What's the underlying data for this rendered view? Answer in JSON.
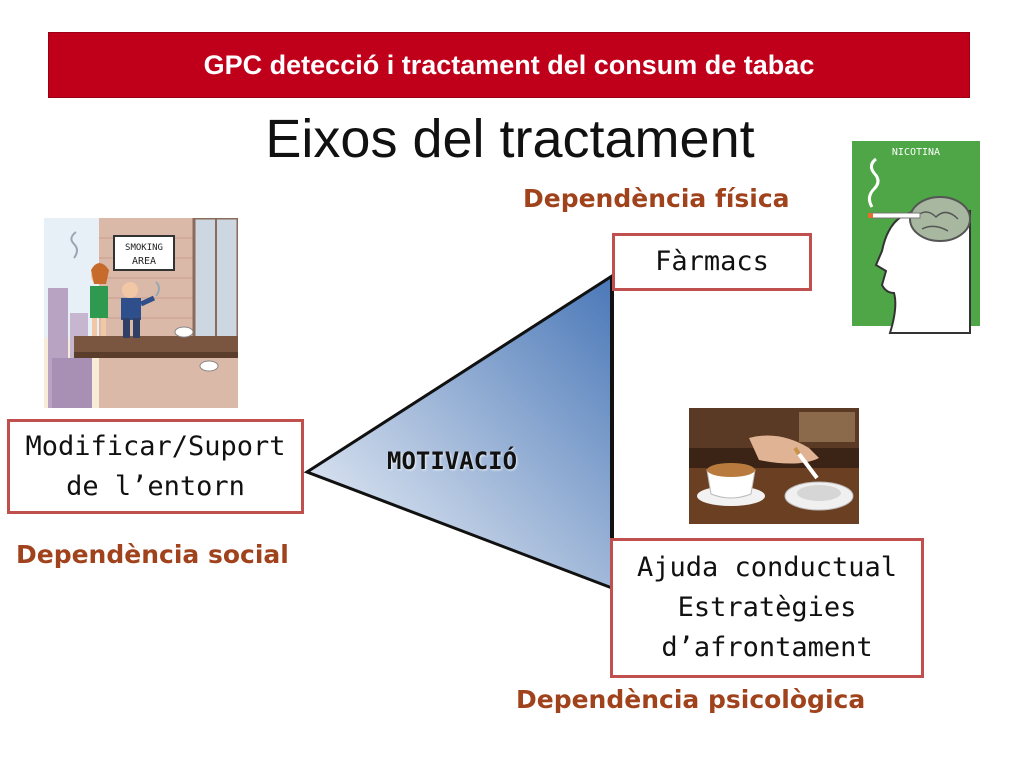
{
  "header": {
    "banner": "GPC detecció i tractament del consum de tabac"
  },
  "title": "Eixos del  tractament",
  "diagram": {
    "center": "MOTIVACIÓ",
    "top": {
      "category": "Dependència física",
      "box": "Fàrmacs"
    },
    "left": {
      "category": "Dependència social",
      "box_lines": [
        "Modificar/Suport",
        "de l’entorn"
      ]
    },
    "bottom": {
      "category": "Dependència psicològica",
      "box_lines": [
        "Ajuda conductual",
        "Estratègies",
        "d’afrontament"
      ]
    }
  },
  "illustrations": {
    "smoking_area_sign": [
      "SMOKING",
      "AREA"
    ],
    "nicotine_label": "NICOTINA"
  },
  "colors": {
    "banner_red": "#c0001b",
    "category_brown": "#a0421b",
    "box_border": "#c0504d",
    "triangle_blue": "#4f81bd"
  }
}
